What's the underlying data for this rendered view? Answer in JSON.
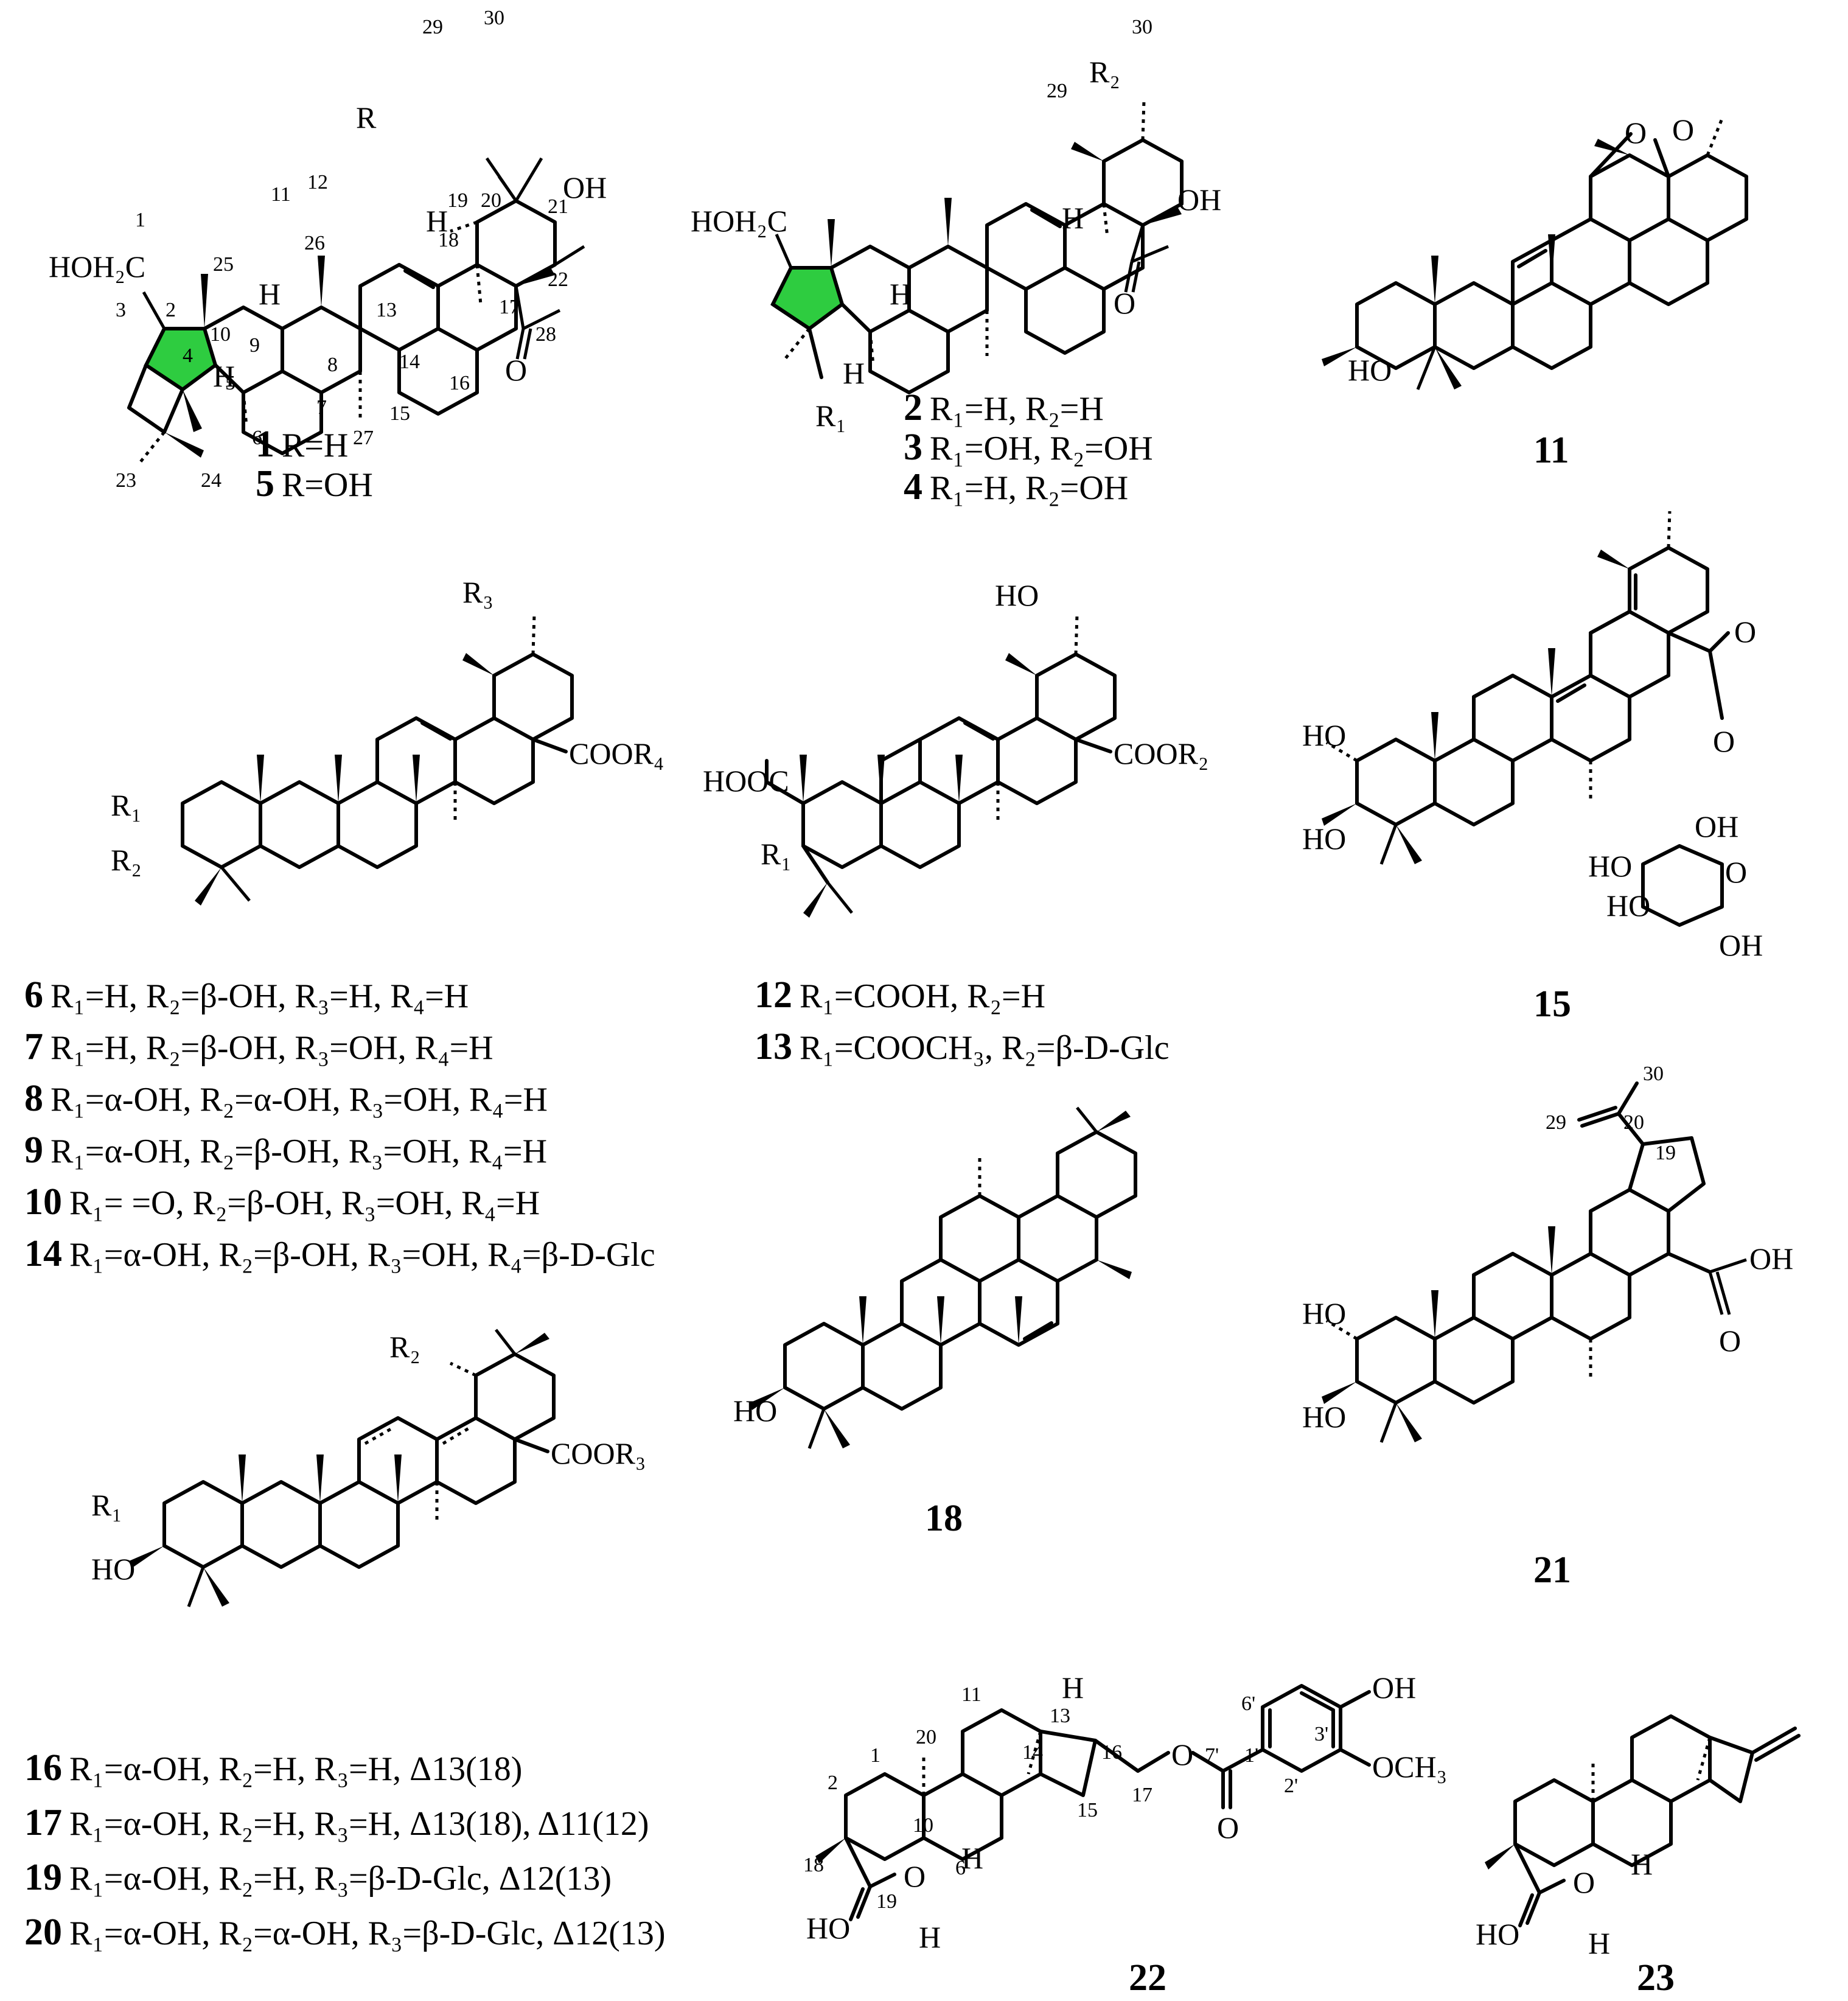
{
  "structures": [
    {
      "id": "s1",
      "compound_labels": [
        "1",
        "5"
      ],
      "captions": [
        {
          "num": "1",
          "text": "R=H"
        },
        {
          "num": "5",
          "text": "R=OH"
        }
      ],
      "substituents": [
        "HOH₂C",
        "R",
        "OH",
        "O"
      ],
      "atom_numbers": [
        "1",
        "2",
        "3",
        "4",
        "5",
        "6",
        "7",
        "8",
        "9",
        "10",
        "11",
        "12",
        "13",
        "14",
        "15",
        "16",
        "17",
        "18",
        "19",
        "20",
        "21",
        "22",
        "23",
        "24",
        "25",
        "26",
        "27",
        "28",
        "29",
        "30"
      ],
      "h_labels": [
        "H",
        "H",
        "H"
      ]
    },
    {
      "id": "s2",
      "compound_labels": [
        "2",
        "3",
        "4"
      ],
      "captions": [
        {
          "num": "2",
          "text": "R₁=H, R₂=H"
        },
        {
          "num": "3",
          "text": "R₁=OH, R₂=OH"
        },
        {
          "num": "4",
          "text": "R₁=H, R₂=OH"
        }
      ],
      "substituents": [
        "HOH₂C",
        "R₂",
        "R₁",
        "OH",
        "O"
      ],
      "atom_numbers": [
        "29",
        "30"
      ],
      "h_labels": [
        "H",
        "H",
        "H"
      ]
    },
    {
      "id": "s11",
      "compound_labels": [
        "11"
      ],
      "captions": [
        {
          "num": "11",
          "text": ""
        }
      ],
      "substituents": [
        "HO",
        "O",
        "O"
      ]
    },
    {
      "id": "s6",
      "compound_labels": [
        "6",
        "7",
        "8",
        "9",
        "10",
        "14"
      ],
      "captions": [
        {
          "num": "6",
          "text": "R₁=H, R₂=β-OH, R₃=H, R₄=H"
        },
        {
          "num": "7",
          "text": "R₁=H, R₂=β-OH, R₃=OH, R₄=H"
        },
        {
          "num": "8",
          "text": "R₁=α-OH, R₂=α-OH, R₃=OH, R₄=H"
        },
        {
          "num": "9",
          "text": "R₁=α-OH, R₂=β-OH, R₃=OH, R₄=H"
        },
        {
          "num": "10",
          "text": "R₁= =O, R₂=β-OH, R₃=OH, R₄=H"
        },
        {
          "num": "14",
          "text": "R₁=α-OH, R₂=β-OH, R₃=OH, R₄=β-D-Glc"
        }
      ],
      "substituents": [
        "R₁",
        "R₂",
        "R₃",
        "COOR₄"
      ]
    },
    {
      "id": "s12",
      "compound_labels": [
        "12",
        "13"
      ],
      "captions": [
        {
          "num": "12",
          "text": "R₁=COOH, R₂=H"
        },
        {
          "num": "13",
          "text": "R₁=COOCH₃, R₂=β-D-Glc"
        }
      ],
      "substituents": [
        "HO",
        "HOOC",
        "R₁",
        "COOR₂"
      ]
    },
    {
      "id": "s15",
      "compound_labels": [
        "15"
      ],
      "captions": [
        {
          "num": "15",
          "text": ""
        }
      ],
      "substituents": [
        "HO",
        "HO",
        "O",
        "O",
        "OH",
        "HO",
        "HO",
        "O",
        "OH"
      ]
    },
    {
      "id": "s18",
      "compound_labels": [
        "18"
      ],
      "captions": [
        {
          "num": "18",
          "text": ""
        }
      ],
      "substituents": [
        "HO"
      ]
    },
    {
      "id": "s21",
      "compound_labels": [
        "21"
      ],
      "captions": [
        {
          "num": "21",
          "text": ""
        }
      ],
      "substituents": [
        "HO",
        "HO",
        "OH",
        "O"
      ],
      "atom_numbers": [
        "19",
        "20",
        "29",
        "30"
      ]
    },
    {
      "id": "s16",
      "compound_labels": [
        "16",
        "17",
        "19",
        "20"
      ],
      "captions": [
        {
          "num": "16",
          "text": "R₁=α-OH, R₂=H, R₃=H, Δ13(18)"
        },
        {
          "num": "17",
          "text": "R₁=α-OH, R₂=H, R₃=H, Δ13(18), Δ11(12)"
        },
        {
          "num": "19",
          "text": "R₁=α-OH, R₂=H, R₃=β-D-Glc, Δ12(13)"
        },
        {
          "num": "20",
          "text": "R₁=α-OH, R₂=α-OH, R₃=β-D-Glc, Δ12(13)"
        }
      ],
      "substituents": [
        "R₁",
        "R₂",
        "HO",
        "COOR₃"
      ]
    },
    {
      "id": "s22",
      "compound_labels": [
        "22"
      ],
      "captions": [
        {
          "num": "22",
          "text": ""
        }
      ],
      "substituents": [
        "HO",
        "O",
        "O",
        "O",
        "OH",
        "OCH₃"
      ],
      "atom_numbers": [
        "1",
        "2",
        "6",
        "10",
        "11",
        "13",
        "14",
        "15",
        "16",
        "17",
        "18",
        "19",
        "20",
        "1'",
        "2'",
        "3'",
        "6'",
        "7'"
      ],
      "h_labels": [
        "H",
        "H",
        "H"
      ]
    },
    {
      "id": "s23",
      "compound_labels": [
        "23"
      ],
      "captions": [
        {
          "num": "23",
          "text": ""
        }
      ],
      "substituents": [
        "HO",
        "O"
      ],
      "h_labels": [
        "H",
        "H"
      ]
    }
  ],
  "colors": {
    "ink": "#000000",
    "ring_highlight": "#2ecc40",
    "background": "#ffffff"
  }
}
